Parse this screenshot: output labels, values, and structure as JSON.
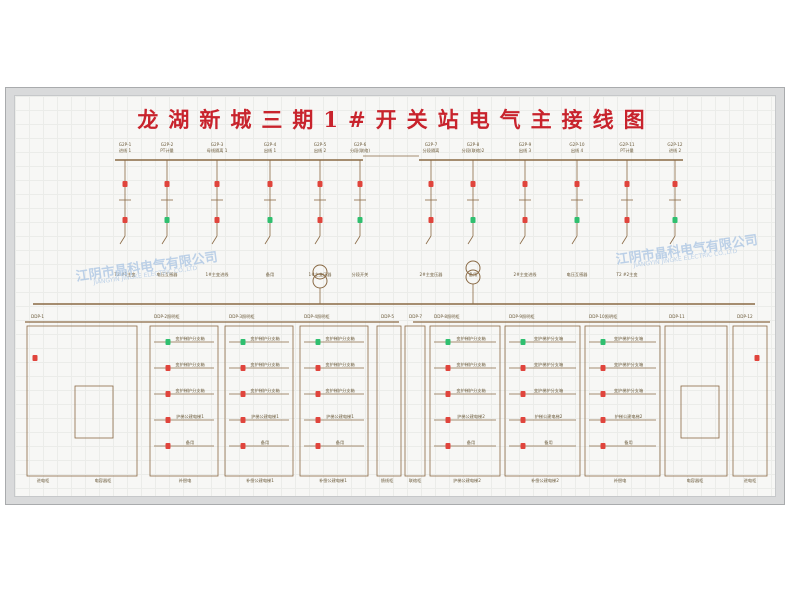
{
  "title": "龙湖新城三期1#开关站电气主接线图",
  "watermark": {
    "company": "江阴市晶科电气有限公司",
    "english": "JIANGYIN JINGKE ELECTRIC CO.,LTD"
  },
  "colors": {
    "title": "#c8232c",
    "line": "#8a6a45",
    "breaker_closed": "#e0443c",
    "breaker_open": "#2fbf6f",
    "panel": "#f7f7f5"
  },
  "upper_left": {
    "feeders": [
      {
        "code": "G2P-1",
        "name": "进线 1"
      },
      {
        "code": "G2P-2",
        "name": "PT计量"
      },
      {
        "code": "G2P-3",
        "name": "母线隔离 1"
      },
      {
        "code": "G2P-4",
        "name": "出线 1"
      },
      {
        "code": "G2P-5",
        "name": "出线 2"
      },
      {
        "code": "G2P-6",
        "name": "分段(联络)"
      }
    ],
    "bottom_labels": [
      "T2 #1主变",
      "电压互感器",
      "1#主变进线",
      "备用",
      "1#主变压器",
      "分段开关"
    ]
  },
  "upper_right": {
    "feeders": [
      {
        "code": "G2P-7",
        "name": "分段隔离"
      },
      {
        "code": "G2P-8",
        "name": "分段(联络)2"
      },
      {
        "code": "G2P-9",
        "name": "出线 3"
      },
      {
        "code": "G2P-10",
        "name": "出线 4"
      },
      {
        "code": "G2P-11",
        "name": "PT计量"
      },
      {
        "code": "G2P-12",
        "name": "进线 2"
      }
    ],
    "bottom_labels": [
      "2#主变压器",
      "备用",
      "2#主变进线",
      "电压互感器",
      "T2 #2主变"
    ]
  },
  "lower_left": {
    "sections": [
      "DDP-1",
      "DDP-2照明柜",
      "DDP-3照明柜",
      "DDP-4照明柜",
      "DDP-5"
    ],
    "outgoing": [
      "变护梯护分支箱",
      "变护梯护分支箱",
      "变护梯护分支箱",
      "护梯公建电梯1",
      "备用"
    ],
    "bottom_labels": [
      "进电柜",
      "电容器柜",
      "补偿电",
      "补偿公建电梯1",
      "补偿公建电梯1",
      "馈线柜"
    ]
  },
  "lower_right": {
    "sections": [
      "DDP-7",
      "DDP-8照明柜",
      "DDP-9照明柜",
      "DDP-10照明柜",
      "DDP-11",
      "DDP-12"
    ],
    "outgoing": [
      "变护梯护分支箱",
      "变护梯护分支箱",
      "变护梯护分支箱",
      "护梯公建电梯2",
      "备用"
    ],
    "bottom_labels": [
      "联络柜",
      "护梯公建电梯2",
      "补偿公建电梯2",
      "补偿电",
      "电容器柜",
      "进电柜"
    ]
  }
}
